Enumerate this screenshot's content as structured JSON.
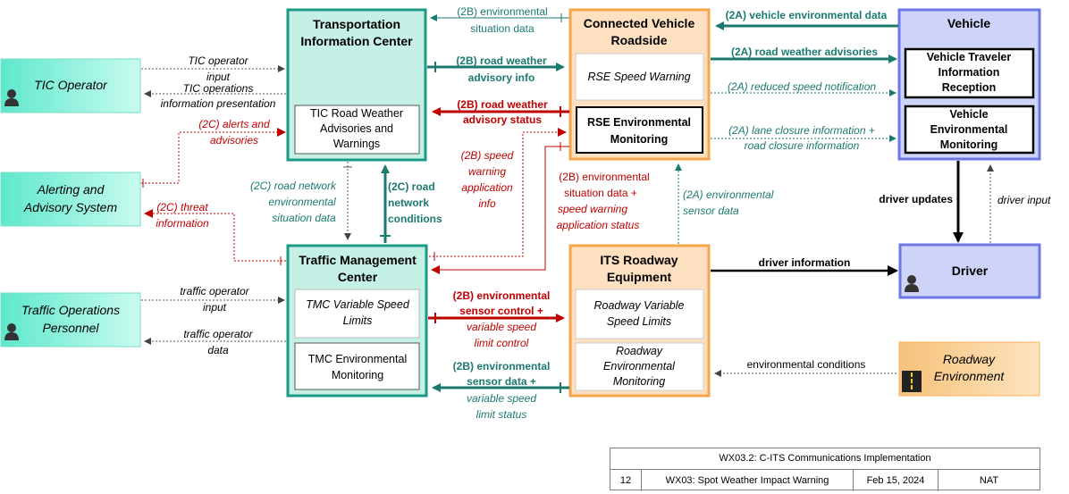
{
  "nodes": {
    "tic": {
      "title1": "Transportation",
      "title2": "Information Center",
      "sub": [
        "TIC Road Weather",
        "Advisories and",
        "Warnings"
      ]
    },
    "cvr": {
      "title1": "Connected Vehicle",
      "title2": "Roadside",
      "sub1": "RSE Speed Warning",
      "sub2": [
        "RSE Environmental",
        "Monitoring"
      ]
    },
    "vehicle": {
      "title": "Vehicle",
      "sub1": [
        "Vehicle Traveler",
        "Information",
        "Reception"
      ],
      "sub2": [
        "Vehicle",
        "Environmental",
        "Monitoring"
      ]
    },
    "tic_operator": {
      "title": "TIC Operator"
    },
    "alerting": {
      "title1": "Alerting and",
      "title2": "Advisory System"
    },
    "tops": {
      "title1": "Traffic Operations",
      "title2": "Personnel"
    },
    "tmc": {
      "title1": "Traffic Management",
      "title2": "Center",
      "sub1": [
        "TMC Variable Speed",
        "Limits"
      ],
      "sub2": [
        "TMC Environmental",
        "Monitoring"
      ]
    },
    "its": {
      "title1": "ITS Roadway",
      "title2": "Equipment",
      "sub1": [
        "Roadway Variable",
        "Speed Limits"
      ],
      "sub2": [
        "Roadway",
        "Environmental",
        "Monitoring"
      ]
    },
    "driver": {
      "title": "Driver"
    },
    "roadway_env": {
      "title1": "Roadway",
      "title2": "Environment"
    }
  },
  "flows": {
    "f1": [
      "(2B) environmental",
      "situation data"
    ],
    "f2": "(2A) vehicle environmental data",
    "f3a": "TIC operator",
    "f3b": "input",
    "f4a": "TIC operations",
    "f4b": "information presentation",
    "f5": [
      "(2B) road weather",
      "advisory info"
    ],
    "f6": "(2A) road weather advisories",
    "f7": [
      "(2B) road weather",
      "advisory status"
    ],
    "f8": "(2A) reduced speed notification",
    "f9": [
      "(2C) alerts and",
      "advisories"
    ],
    "f10": [
      "(2A) lane closure information +",
      "road closure information"
    ],
    "f11": [
      "(2B) speed",
      "warning",
      "application",
      "info"
    ],
    "f12": [
      "(2B) environmental",
      "situation data +",
      "speed warning",
      "application status"
    ],
    "f13": [
      "(2C) road network",
      "environmental",
      "situation data"
    ],
    "f14": [
      "(2C) road",
      "network",
      "conditions"
    ],
    "f15": [
      "(2A) environmental",
      "sensor data"
    ],
    "f16": "driver updates",
    "f17": "driver input",
    "f18": [
      "(2C) threat",
      "information"
    ],
    "f19": "driver information",
    "f20": [
      "traffic operator",
      "input"
    ],
    "f21": [
      "traffic operator",
      "data"
    ],
    "f22a": "(2B) environmental",
    "f22b": "sensor control +",
    "f22c": "variable speed",
    "f22d": "limit control",
    "f23": "environmental conditions",
    "f24a": "(2B) environmental",
    "f24b": "sensor data +",
    "f24c": "variable speed",
    "f24d": "limit status"
  },
  "footer": {
    "title": "WX03.2: C-ITS Communications Implementation",
    "page": "12",
    "name": "WX03: Spot Weather Impact Warning",
    "date": "Feb 15, 2024",
    "tag": "NAT"
  },
  "colors": {
    "center_fill": "#c4f0e6",
    "center_border": "#1b9a86",
    "field_fill": "#fce0bf",
    "field_border": "#f5a64a",
    "vehicle_fill": "#cdd4f7",
    "vehicle_border": "#6f76e6",
    "terminator_fill": "#7ef0d8",
    "env_fill": "#f9cf90",
    "teal": "#1b7a6e",
    "red": "#c00000"
  }
}
